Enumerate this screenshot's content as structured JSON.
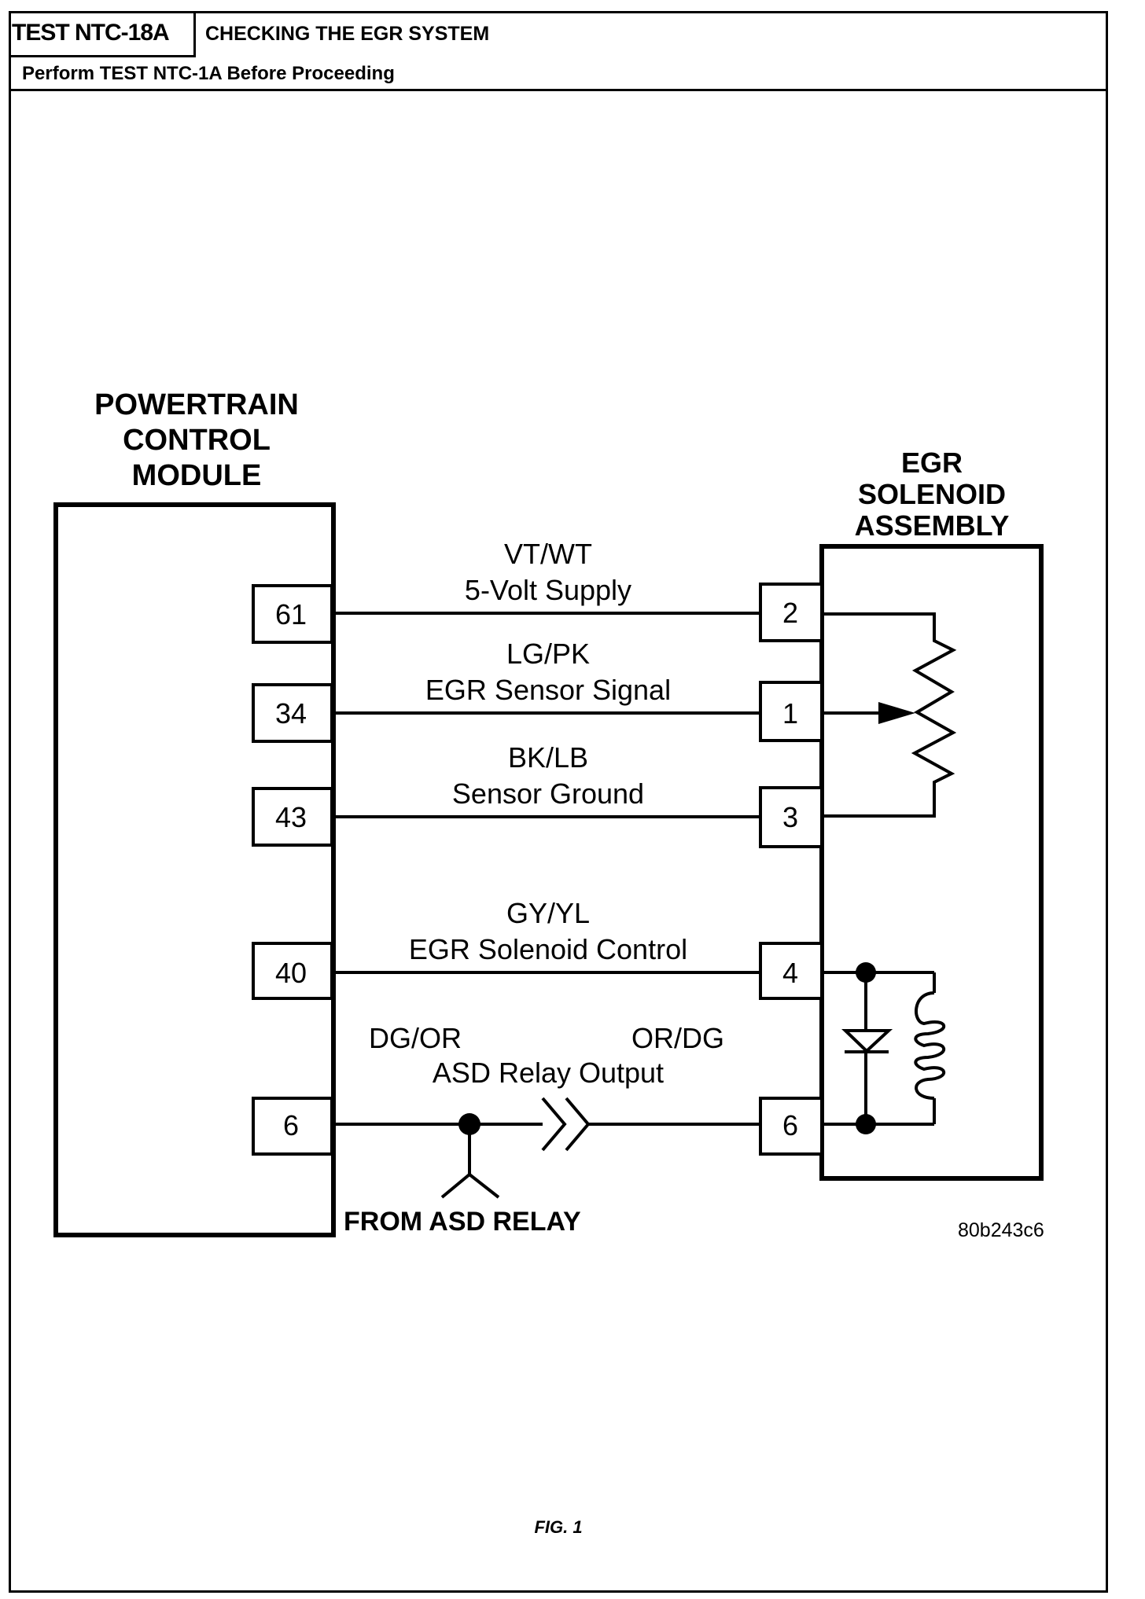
{
  "header": {
    "test_id": "TEST NTC-18A",
    "title": "CHECKING THE EGR SYSTEM",
    "subheader": "Perform TEST NTC-1A Before Proceeding"
  },
  "pcm": {
    "title_lines": [
      "POWERTRAIN",
      "CONTROL",
      "MODULE"
    ],
    "pins": [
      "61",
      "34",
      "43",
      "40",
      "6"
    ]
  },
  "egr": {
    "title_lines": [
      "EGR",
      "SOLENOID",
      "ASSEMBLY"
    ],
    "pins": [
      "2",
      "1",
      "3",
      "4",
      "6"
    ]
  },
  "wires": [
    {
      "color_code": "VT/WT",
      "function": "5-Volt Supply",
      "pcm_pin": "61",
      "egr_pin": "2"
    },
    {
      "color_code": "LG/PK",
      "function": "EGR Sensor Signal",
      "pcm_pin": "34",
      "egr_pin": "1"
    },
    {
      "color_code": "BK/LB",
      "function": "Sensor Ground",
      "pcm_pin": "43",
      "egr_pin": "3"
    },
    {
      "color_code": "GY/YL",
      "function": "EGR Solenoid Control",
      "pcm_pin": "40",
      "egr_pin": "4"
    },
    {
      "color_code_left": "DG/OR",
      "color_code_right": "OR/DG",
      "function": "ASD Relay Output",
      "pcm_pin": "6",
      "egr_pin": "6"
    }
  ],
  "splice_label": "FROM ASD RELAY",
  "image_code": "80b243c6",
  "figure_caption": "FIG. 1"
}
